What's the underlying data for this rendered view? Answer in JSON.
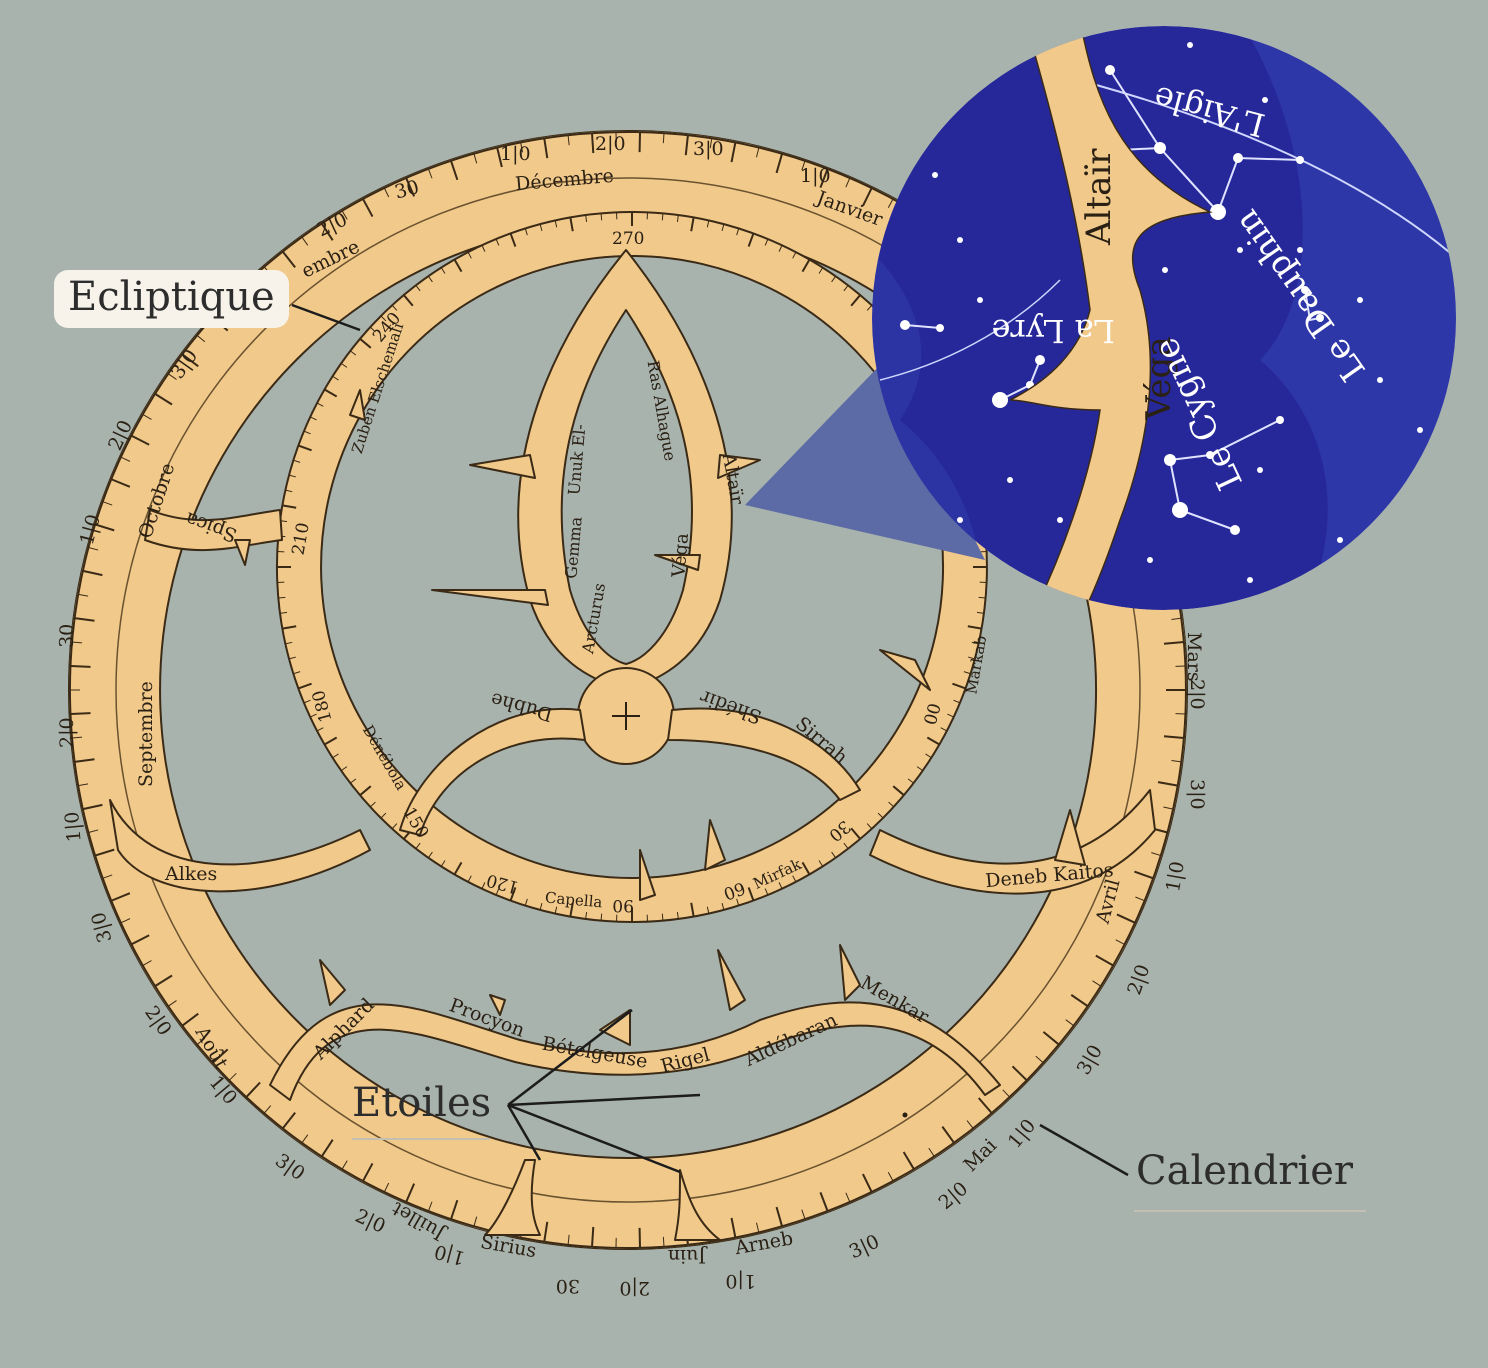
{
  "callouts": {
    "ecliptique": "Ecliptique",
    "etoiles": "Etoiles",
    "calendrier": "Calendrier"
  },
  "calendar_months": {
    "decembre": "Décembre",
    "janvier": "Janvier",
    "octobre": "Octobre",
    "septembre": "Septembre",
    "aout": "Août",
    "juillet": "Juillet",
    "juin": "Juin",
    "mai": "Mai",
    "avril": "Avril",
    "mars": "Mars",
    "novembre_partial": "embre"
  },
  "calendar_numbers": [
    "1|0",
    "2|0",
    "3|0",
    "30"
  ],
  "ecliptic_degrees": [
    "270",
    "240",
    "210",
    "180",
    "150",
    "120",
    "90",
    "60",
    "30",
    "00"
  ],
  "ecliptic_names": {
    "zuben": "Zuben Elschemali",
    "denebola": "Dénébola",
    "capella": "Capella",
    "mirfak": "Mirfak",
    "markab": "Markab"
  },
  "star_names": {
    "spica": "Spica",
    "alkes": "Alkes",
    "dubhe": "Dubhe",
    "shedir": "Shédir",
    "sirrah": "Sirrah",
    "deneb_kaitos": "Deneb Kaitos",
    "alphard": "Alphard",
    "procyon": "Procyon",
    "betelgeuse": "Bételgeuse",
    "rigel": "Rigel",
    "aldebaran": "Aldébaran",
    "menkar": "Menkar",
    "sirius": "Sirius",
    "arneb": "Arneb",
    "arcturus": "Arcturus",
    "gemma": "Gemma",
    "unuk": "Unuk El-",
    "ras_alhague": "Ras Alhague",
    "altair": "Altaïr",
    "vega": "Véga"
  },
  "zoom": {
    "altair": "Altaïr",
    "vega": "Véga",
    "aigle": "L'Aigle",
    "dauphin": "Le Dauphin",
    "cygne": "Le Cygne",
    "lyre": "La Lyre"
  },
  "colors": {
    "background": "#a8b3ad",
    "brass": "#f1c98a",
    "outline": "#3a2a16",
    "sky": "#26289a",
    "callout_wedge": "#5c6aa6"
  }
}
